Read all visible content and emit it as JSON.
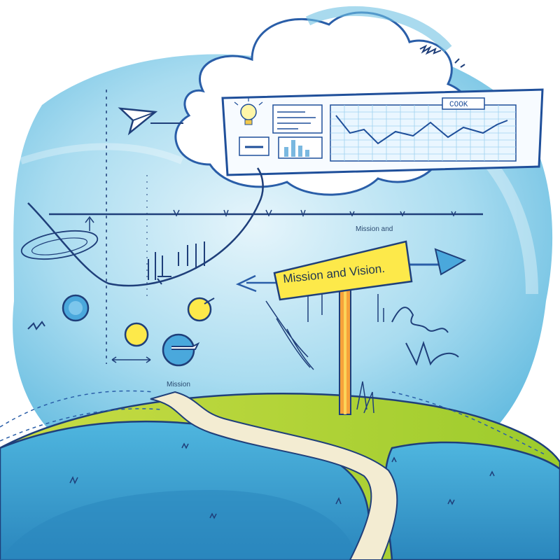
{
  "sign": {
    "label": "Mission and Vision."
  },
  "faint_label": "Mission and",
  "mission_label": "Mission",
  "dashboard": {
    "badge": "COOK"
  },
  "colors": {
    "sky": "#6fc2e2",
    "sky_light": "#d6eef8",
    "hill_green": "#b7d334",
    "water": "#2f8fc4",
    "path": "#f3ecd2",
    "sign_yellow": "#fde94a",
    "post_orange": "#f39a2d",
    "outline": "#1f3f7a"
  },
  "icons": [
    "cloud-icon",
    "paper-plane-icon",
    "arrow-right-icon",
    "arrow-left-icon",
    "lightbulb-icon"
  ]
}
